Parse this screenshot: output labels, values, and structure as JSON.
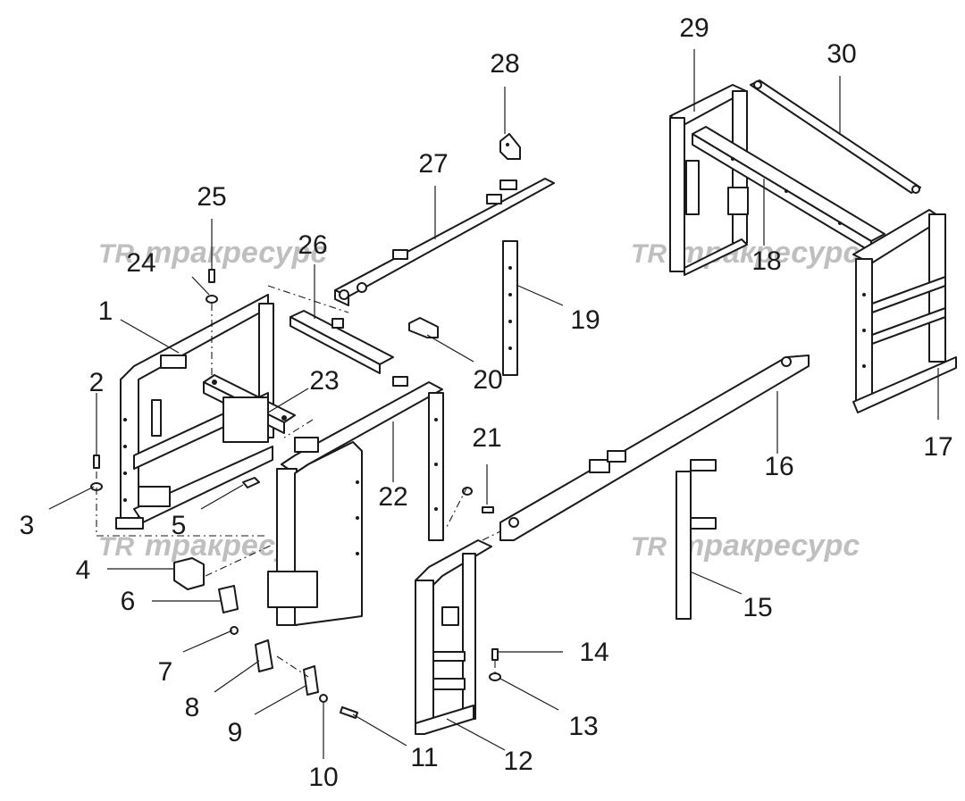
{
  "labels": [
    "1",
    "2",
    "3",
    "4",
    "5",
    "6",
    "7",
    "8",
    "9",
    "10",
    "11",
    "12",
    "13",
    "14",
    "15",
    "16",
    "17",
    "18",
    "19",
    "20",
    "21",
    "22",
    "23",
    "24",
    "25",
    "26",
    "27",
    "28",
    "29",
    "30"
  ],
  "watermark": {
    "logo": "TR",
    "text": "тракресурс"
  },
  "colors": {
    "line": "#1a1a1a",
    "watermark": "#b4b4b4",
    "background": "#ffffff"
  }
}
